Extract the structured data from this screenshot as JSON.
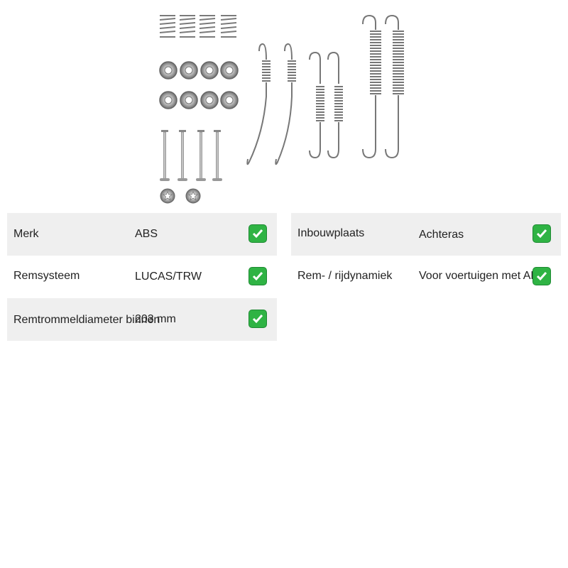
{
  "product": {
    "image_alt_icon": "brake-shoe-fitting-kit-image"
  },
  "specs_left": [
    {
      "label": "Merk",
      "value": "ABS",
      "check_icon": "checkmark-icon",
      "shaded": true
    },
    {
      "label": "Remsysteem",
      "value": "LUCAS/TRW",
      "check_icon": "checkmark-icon",
      "shaded": false
    },
    {
      "label": "Remtrommeldiameter binnen",
      "value": "203 mm",
      "check_icon": "checkmark-icon",
      "shaded": true
    }
  ],
  "specs_right": [
    {
      "label": "Inbouwplaats",
      "value": "Achteras",
      "check_icon": "checkmark-icon",
      "shaded": true
    },
    {
      "label": "Rem- / rijdynamiek",
      "value": "Voor voertuigen met ABS",
      "check_icon": "checkmark-icon",
      "shaded": false
    }
  ],
  "colors": {
    "row_shade": "#efefef",
    "check_green": "#2fb344",
    "metal": "#8a8a8a"
  }
}
